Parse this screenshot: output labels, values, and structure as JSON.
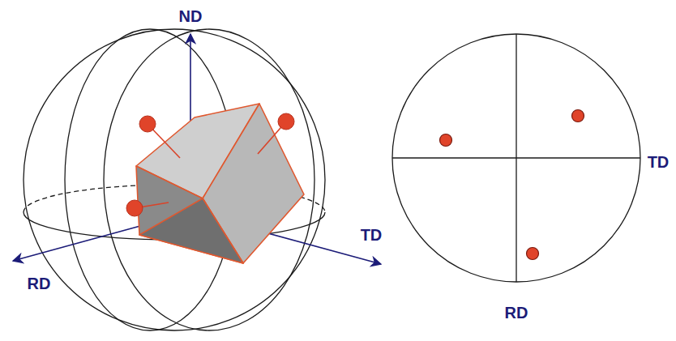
{
  "diagram": {
    "labels": [
      "ND",
      "RD",
      "TD",
      "TD",
      "RD"
    ]
  }
}
